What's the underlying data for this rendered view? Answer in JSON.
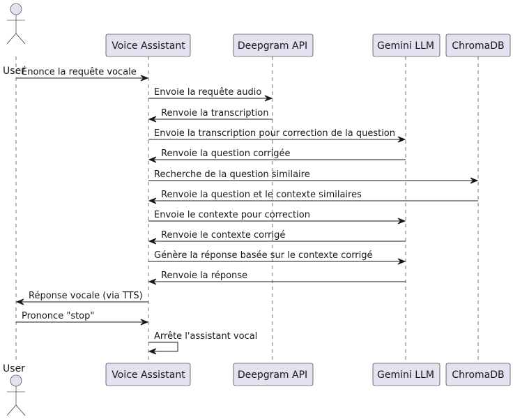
{
  "participants": [
    {
      "id": "user",
      "label": "User",
      "kind": "actor"
    },
    {
      "id": "va",
      "label": "Voice Assistant",
      "kind": "participant"
    },
    {
      "id": "dg",
      "label": "Deepgram API",
      "kind": "participant"
    },
    {
      "id": "gm",
      "label": "Gemini LLM",
      "kind": "participant"
    },
    {
      "id": "cdb",
      "label": "ChromaDB",
      "kind": "participant"
    }
  ],
  "messages": [
    {
      "from": "user",
      "to": "va",
      "label": "Énonce la requête vocale"
    },
    {
      "from": "va",
      "to": "dg",
      "label": "Envoie la requête audio"
    },
    {
      "from": "dg",
      "to": "va",
      "label": "Renvoie la transcription"
    },
    {
      "from": "va",
      "to": "gm",
      "label": "Envoie la transcription pour correction de la question"
    },
    {
      "from": "gm",
      "to": "va",
      "label": "Renvoie la question corrigée"
    },
    {
      "from": "va",
      "to": "cdb",
      "label": "Recherche de la question similaire"
    },
    {
      "from": "cdb",
      "to": "va",
      "label": "Renvoie la question et le contexte similaires"
    },
    {
      "from": "va",
      "to": "gm",
      "label": "Envoie le contexte pour correction"
    },
    {
      "from": "gm",
      "to": "va",
      "label": "Renvoie le contexte corrigé"
    },
    {
      "from": "va",
      "to": "gm",
      "label": "Génère la réponse basée sur le contexte corrigé"
    },
    {
      "from": "gm",
      "to": "va",
      "label": "Renvoie la réponse"
    },
    {
      "from": "va",
      "to": "user",
      "label": "Réponse vocale (via TTS)"
    },
    {
      "from": "user",
      "to": "va",
      "label": "Prononce \"stop\""
    },
    {
      "from": "va",
      "to": "va",
      "label": "Arrête l'assistant vocal"
    }
  ],
  "colors": {
    "participant_fill": "#E2E2F0",
    "line": "#181818"
  }
}
